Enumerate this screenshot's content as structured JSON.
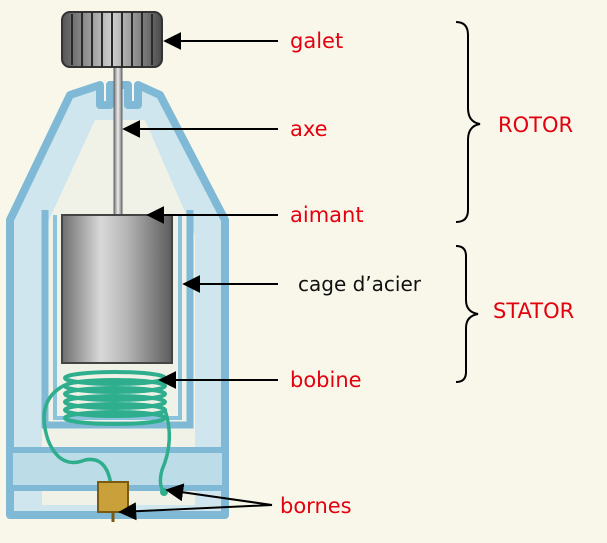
{
  "labels": {
    "galet": "galet",
    "axe": "axe",
    "aimant": "aimant",
    "cage": "cage d’acier",
    "bobine": "bobine",
    "bornes": "bornes"
  },
  "groups": {
    "rotor": "ROTOR",
    "stator": "STATOR"
  },
  "colors": {
    "red_label": "#e3000f",
    "black_label": "#111111",
    "casing": "#7fb9d6",
    "casing_light": "#cfe6ee",
    "wire": "#2fae8e",
    "magnet": "#9a9a9a",
    "terminal": "#c9a03a"
  },
  "icons": {
    "arrow": "left-arrow",
    "brace": "curly-brace-right"
  }
}
